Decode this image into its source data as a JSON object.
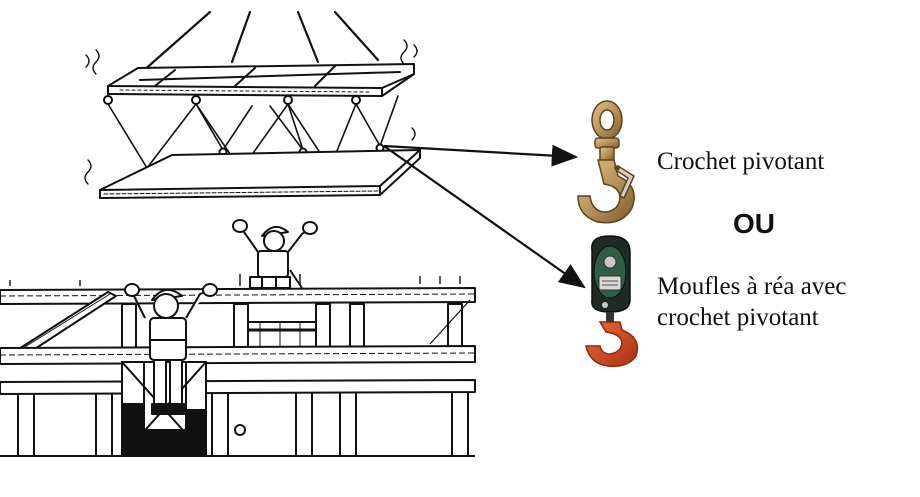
{
  "labels": {
    "swivel_hook": "Crochet pivotant",
    "or": "OU",
    "block_line1": "Moufles à réa avec",
    "block_line2": "crochet pivotant"
  },
  "colors": {
    "ink": "#111111",
    "brass": "#b8935a",
    "brass_dark": "#7a5a2c",
    "block_body": "#1f2a24",
    "block_green": "#2f5d46",
    "hook_red": "#d9481f",
    "hook_red_dark": "#a8320f"
  },
  "icons": [
    "swivel-hook-icon",
    "snatch-block-icon",
    "arrow-icon"
  ]
}
